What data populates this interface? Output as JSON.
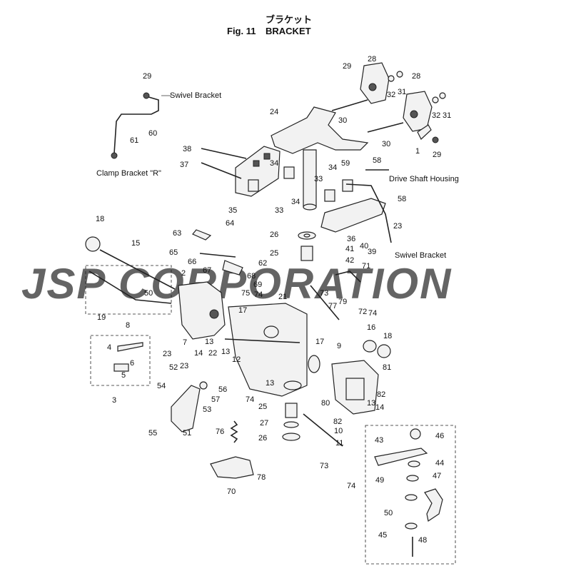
{
  "title_jp": "ブラケット",
  "fig_number": "Fig. 11",
  "fig_title": "BRACKET",
  "watermark": "JSP CORPORATION",
  "labels": {
    "swivel_bracket_top": "Swivel Bracket",
    "clamp_bracket_r": "Clamp Bracket \"R\"",
    "drive_shaft_housing": "Drive Shaft Housing",
    "swivel_bracket_right": "Swivel Bracket"
  },
  "callouts": {
    "c29a": "29",
    "c60": "60",
    "c61": "61",
    "c28a": "28",
    "c29b": "29",
    "c32a": "32",
    "c31a": "31",
    "c28b": "28",
    "c32b": "32",
    "c31b": "31",
    "c30a": "30",
    "c30b": "30",
    "c1": "1",
    "c29c": "29",
    "c24": "24",
    "c38": "38",
    "c37": "37",
    "c35": "35",
    "c34a": "34",
    "c33a": "33",
    "c34b": "34",
    "c33b": "33",
    "c59": "59",
    "c58a": "58",
    "c58b": "58",
    "c23a": "23",
    "c36": "36",
    "c40": "40",
    "c41": "41",
    "c39": "39",
    "c42": "42",
    "c26a": "26",
    "c25a": "25",
    "c18a": "18",
    "c15": "15",
    "c63": "63",
    "c64": "64",
    "c65": "65",
    "c66": "66",
    "c67": "67",
    "c62": "62",
    "c68": "68",
    "c69": "69",
    "c2": "2",
    "c50a": "50",
    "c19": "19",
    "c75": "75",
    "c21": "21",
    "c17a": "17",
    "c74a": "74",
    "c73a": "73",
    "c71": "71",
    "c77": "77",
    "c79": "79",
    "c72": "72",
    "c74b": "74",
    "c8": "8",
    "c7": "7",
    "c14a": "14",
    "c13a": "13",
    "c13b": "13",
    "c12": "12",
    "c16": "16",
    "c18b": "18",
    "c17b": "17",
    "c9": "9",
    "c4": "4",
    "c6": "6",
    "c5": "5",
    "c3": "3",
    "c23b": "23",
    "c23c": "23",
    "c22": "22",
    "c52": "52",
    "c54": "54",
    "c56": "56",
    "c57": "57",
    "c53": "53",
    "c51": "51",
    "c55": "55",
    "c74c": "74",
    "c13c": "13",
    "c81": "81",
    "c82a": "82",
    "c80": "80",
    "c82b": "82",
    "c13d": "13",
    "c14b": "14",
    "c25b": "25",
    "c27": "27",
    "c26b": "26",
    "c10": "10",
    "c11": "11",
    "c76": "76",
    "c73b": "73",
    "c70": "70",
    "c78": "78",
    "c74d": "74",
    "c43": "43",
    "c46": "46",
    "c44": "44",
    "c49": "49",
    "c47": "47",
    "c50b": "50",
    "c45": "45",
    "c48": "48"
  }
}
